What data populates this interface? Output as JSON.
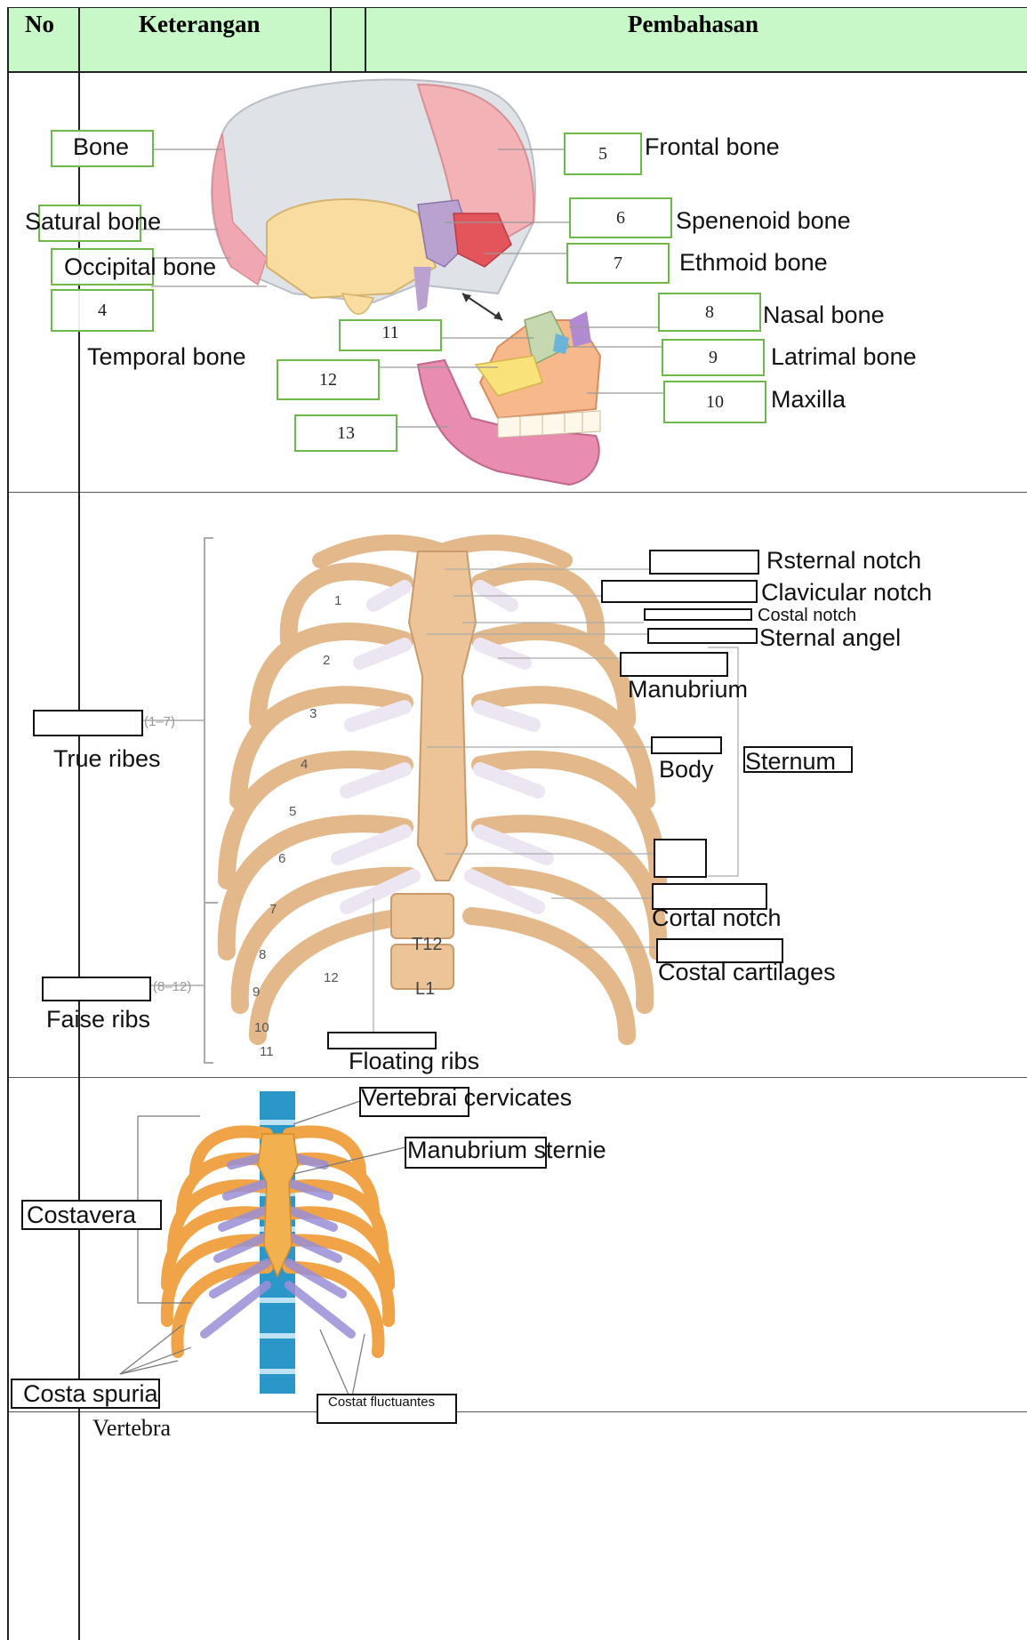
{
  "header": {
    "col_no": "No",
    "col_keterangan": "Keterangan",
    "col_pembahasan": "Pembahasan",
    "bg_color": "#c8f7c8"
  },
  "skull": {
    "labels": {
      "bone": "Bone",
      "satural": "Satural bone",
      "occipital": "Occipital bone",
      "temporal": "Temporal bone",
      "frontal": "Frontal bone",
      "sphenoid": "Spenenoid bone",
      "ethmoid": "Ethmoid bone",
      "nasal": "Nasal bone",
      "lacrimal": "Latrimal bone",
      "maxilla": "Maxilla"
    },
    "numbers": [
      "4",
      "5",
      "6",
      "7",
      "8",
      "9",
      "10",
      "11",
      "12",
      "13"
    ],
    "box_color": "#6fb84a"
  },
  "thorax": {
    "labels": {
      "rsternal_notch": "Rsternal notch",
      "clavicular_notch": "Clavicular notch",
      "costal_notch": "Costal notch",
      "sternal_angel": "Sternal angel",
      "manubrium": "Manubrium",
      "body": "Body",
      "sternum": "Sternum",
      "cortal_notch": "Cortal notch",
      "costal_cartilages": "Costal cartilages",
      "true_ribes": "True ribes",
      "faise_ribs": "Faise ribs",
      "floating_ribs": "Floating ribs"
    },
    "image_text": {
      "true_range": "(1–7)",
      "false_range": "(8–12)",
      "t12": "T12",
      "l1": "L1",
      "rib_numbers": [
        "1",
        "2",
        "3",
        "4",
        "5",
        "6",
        "7",
        "8",
        "9",
        "10",
        "11",
        "12"
      ]
    }
  },
  "ribcage": {
    "labels": {
      "vertebrai_cervicates": "Vertebrai cervicates",
      "manubrium_sternie": "Manubrium sternie",
      "costavera": "Costavera",
      "costa_spuria": "Costa spuria",
      "costat_fluctuantes": "Costat fluctuantes"
    }
  },
  "footer": {
    "vertebra": "Vertebra"
  }
}
